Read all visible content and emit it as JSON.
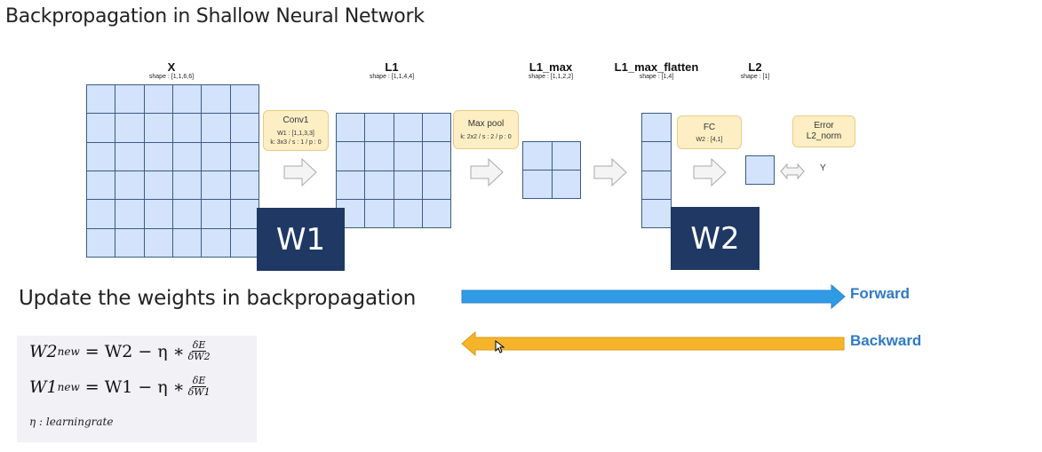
{
  "title": "Backpropagation in Shallow Neural Network",
  "layers": {
    "x": {
      "name": "X",
      "shape": "shape : [1,1,6,6]"
    },
    "l1": {
      "name": "L1",
      "shape": "shape : [1,1,4,4]"
    },
    "l1_max": {
      "name": "L1_max",
      "shape": "shape : [1,1,2,2]"
    },
    "l1_max_flatten": {
      "name": "L1_max_flatten",
      "shape": "shape : [1,4]"
    },
    "l2": {
      "name": "L2",
      "shape": "shape : [1]"
    }
  },
  "ops": {
    "conv1": {
      "title": "Conv1",
      "weights": "W1 : [1,1,3,3]",
      "params": "k: 3x3 / s : 1 / p : 0"
    },
    "maxpool": {
      "title": "Max pool",
      "params": "k: 2x2 / s : 2 / p : 0"
    },
    "fc": {
      "title": "FC",
      "weights": "W2 : [4,1]"
    },
    "error": {
      "title": "Error",
      "subtitle": "L2_norm"
    }
  },
  "target_label": "Y",
  "weight_badges": {
    "w1": "W1",
    "w2": "W2"
  },
  "update_heading": "Update the weights in backpropagation",
  "formulas": {
    "w2": {
      "lhs": "W2",
      "sub": "new",
      "rhs": "= W2 − η ∗",
      "num": "δE",
      "den": "δW2"
    },
    "w1": {
      "lhs": "W1",
      "sub": "new",
      "rhs": "= W1 − η ∗",
      "num": "δE",
      "den": "δW1"
    },
    "eta_note": "η : learningrate"
  },
  "directions": {
    "forward": "Forward",
    "backward": "Backward"
  },
  "colors": {
    "cell_fill": "#d2e3fb",
    "grid_line": "#3c5a88",
    "op_box": "#fdeec4",
    "weight_badge": "#1f3864",
    "forward_arrow": "#2f9be6",
    "backward_arrow": "#f6b42a",
    "direction_text": "#2f7ac7"
  }
}
